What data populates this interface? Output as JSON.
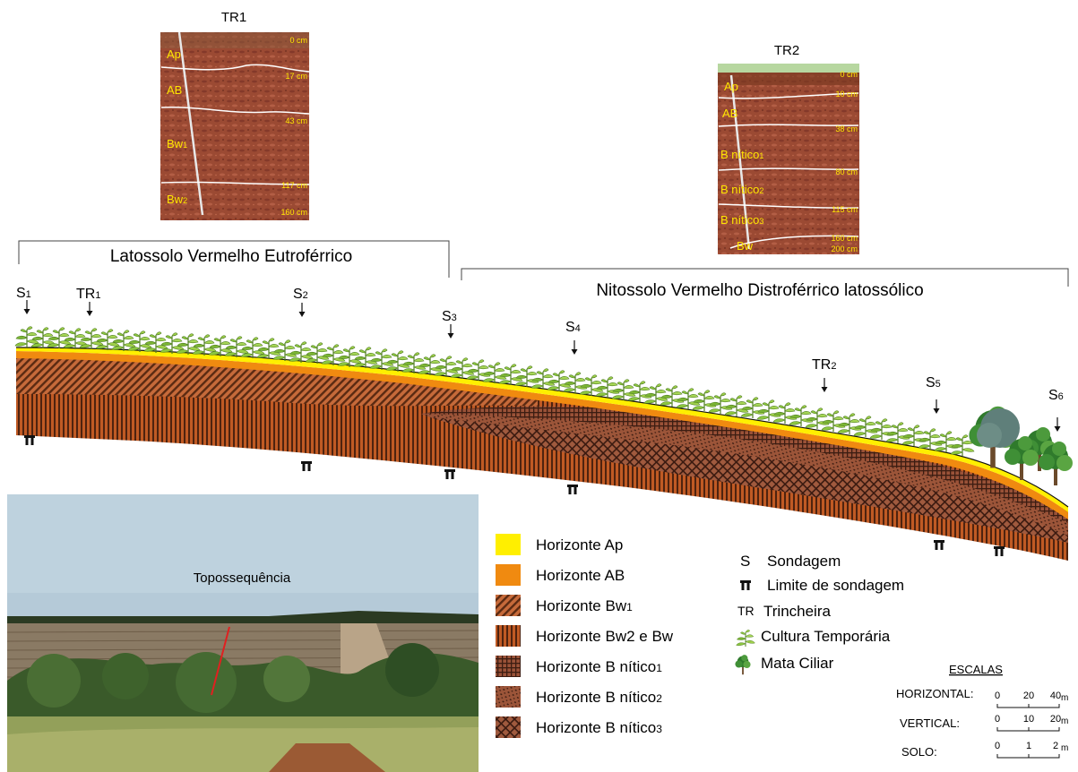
{
  "profiles": {
    "tr1": {
      "title": "TR1",
      "horizons": [
        {
          "label": "Ap",
          "sub": ""
        },
        {
          "label": "AB",
          "sub": ""
        },
        {
          "label": "Bw",
          "sub": "1"
        },
        {
          "label": "Bw",
          "sub": "2"
        }
      ],
      "depths": [
        "0 cm",
        "17 cm",
        "43 cm",
        "117 cm",
        "160 cm"
      ]
    },
    "tr2": {
      "title": "TR2",
      "horizons": [
        {
          "label": "Ap",
          "sub": ""
        },
        {
          "label": "AB",
          "sub": ""
        },
        {
          "label": "B nítico",
          "sub": "1"
        },
        {
          "label": "B nítico",
          "sub": "2"
        },
        {
          "label": "B nítico",
          "sub": "3"
        },
        {
          "label": "Bw",
          "sub": ""
        }
      ],
      "depths": [
        "0 cm",
        "10 cm",
        "38 cm",
        "80 cm",
        "115 cm",
        "160 cm",
        "200 cm"
      ]
    }
  },
  "soil_units": {
    "latossolo": "Latossolo Vermelho Eutroférrico",
    "nitossolo": "Nitossolo Vermelho Distroférrico latossólico"
  },
  "markers": [
    {
      "letter": "S",
      "sub": "1"
    },
    {
      "letter": "TR",
      "sub": "1"
    },
    {
      "letter": "S",
      "sub": "2"
    },
    {
      "letter": "S",
      "sub": "3"
    },
    {
      "letter": "S",
      "sub": "4"
    },
    {
      "letter": "TR",
      "sub": "2"
    },
    {
      "letter": "S",
      "sub": "5"
    },
    {
      "letter": "S",
      "sub": "6"
    }
  ],
  "photo": {
    "caption": "Topossequência"
  },
  "legend": [
    {
      "label": "Horizonte Ap",
      "sub": "",
      "color": "#ffef00"
    },
    {
      "label": "Horizonte AB",
      "sub": "",
      "color": "#f08a10"
    },
    {
      "label": "Horizonte Bw",
      "sub": "1",
      "color": "#c4632f"
    },
    {
      "label": "Horizonte Bw2 e Bw",
      "sub": "",
      "color": "#b1531f"
    },
    {
      "label": "Horizonte B nítico",
      "sub": "1",
      "color": "#8e4b32"
    },
    {
      "label": "Horizonte B nítico",
      "sub": "2",
      "color": "#8b4a31"
    },
    {
      "label": "Horizonte B nítico",
      "sub": "3",
      "color": "#8a4630"
    }
  ],
  "symbols": [
    {
      "sym": "S",
      "label": "Sondagem"
    },
    {
      "sym": "π",
      "label": "Limite de sondagem"
    },
    {
      "sym": "TR",
      "label": "Trincheira"
    },
    {
      "sym": "",
      "label": "Cultura Temporária"
    },
    {
      "sym": "",
      "label": "Mata Ciliar"
    }
  ],
  "scales": {
    "title": "ESCALAS",
    "rows": [
      {
        "label": "HORIZONTAL:",
        "ticks": [
          "0",
          "20",
          "40"
        ],
        "unit": "m"
      },
      {
        "label": "VERTICAL:",
        "ticks": [
          "0",
          "10",
          "20"
        ],
        "unit": "m"
      },
      {
        "label": "SOLO:",
        "ticks": [
          "0",
          "1",
          "2"
        ],
        "unit": "m"
      }
    ]
  },
  "colors": {
    "ap": "#ffef00",
    "ab": "#f08a10",
    "soil_red": "#b1531f",
    "soil_dark": "#8b4630",
    "crop_green": "#86bd3c",
    "profile_photo": "#9e4a32"
  }
}
